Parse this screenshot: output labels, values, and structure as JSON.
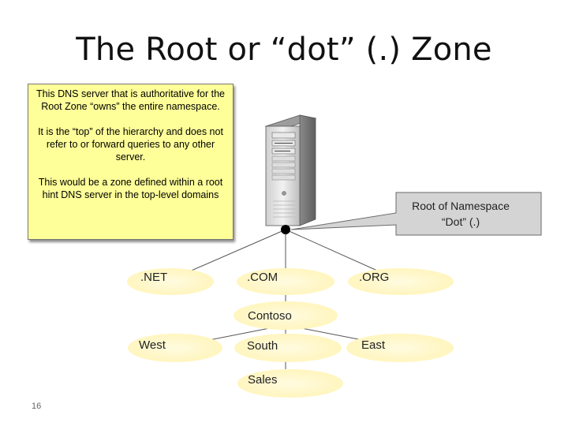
{
  "slide": {
    "title": "The Root or “dot” (.) Zone",
    "page_number": "16"
  },
  "note": {
    "paragraphs": [
      "This DNS server that is authoritative for the Root Zone “owns” the entire namespace.",
      "It is the “top” of the hierarchy and does not refer to or forward queries to any other server.",
      "This would be a zone defined within a root hint DNS server in the top-level domains"
    ]
  },
  "callout": {
    "line1": "Root of Namespace",
    "line2": "“Dot”  (.)"
  },
  "nodes": {
    "net": ".NET",
    "com": ".COM",
    "org": ".ORG",
    "contoso": "Contoso",
    "west": "West",
    "south": "South",
    "east": "East",
    "sales": "Sales"
  },
  "colors": {
    "note_bg": "#ffff99",
    "ellipse_fill": "#fff8c8",
    "callout_fill": "#d4d4d4"
  }
}
